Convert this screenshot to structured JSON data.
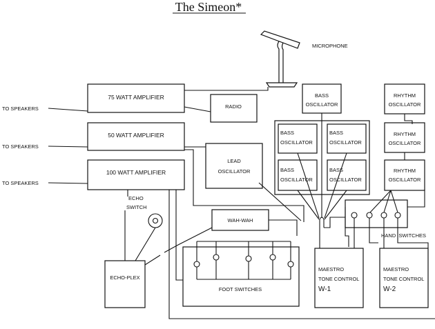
{
  "title": "The Simeon*",
  "microphone": "MICROPHONE",
  "amplifiers": {
    "amp75": "75 WATT AMPLIFIER",
    "amp50": "50 WATT AMPLIFIER",
    "amp100": "100 WATT AMPLIFIER"
  },
  "to_speakers": [
    "TO SPEAKERS",
    "TO SPEAKERS",
    "TO SPEAKERS"
  ],
  "radio": "RADIO",
  "lead_oscillator": [
    "LEAD",
    "OSCILLATOR"
  ],
  "bass_oscillator": [
    "BASS",
    "OSCILLATOR"
  ],
  "bass_oscillators_grid": [
    [
      "BASS",
      "OSCILLATOR"
    ],
    [
      "BASS",
      "OSCILLATOR"
    ],
    [
      "BASS",
      "OSCILLATOR"
    ],
    [
      "BASS",
      "OSCILLATOR"
    ]
  ],
  "rhythm_oscillators": [
    [
      "RHYTHM",
      "OSCILLATOR"
    ],
    [
      "RHYTHM",
      "OSCILLATOR"
    ],
    [
      "RHYTHM",
      "OSCILLATOR"
    ]
  ],
  "echo_switch": [
    "ECHO",
    "SWITCH"
  ],
  "echo_plex": "ECHO-PLEX",
  "wah_wah": "WAH-WAH",
  "foot_switches": "FOOT SWITCHES",
  "hand_switches": "HAND  SWITCHES",
  "maestro_w1": [
    "MAESTRO",
    "TONE CONTROL",
    "W-1"
  ],
  "maestro_w2": [
    "MAESTRO",
    "TONE CONTROL",
    "W-2"
  ]
}
